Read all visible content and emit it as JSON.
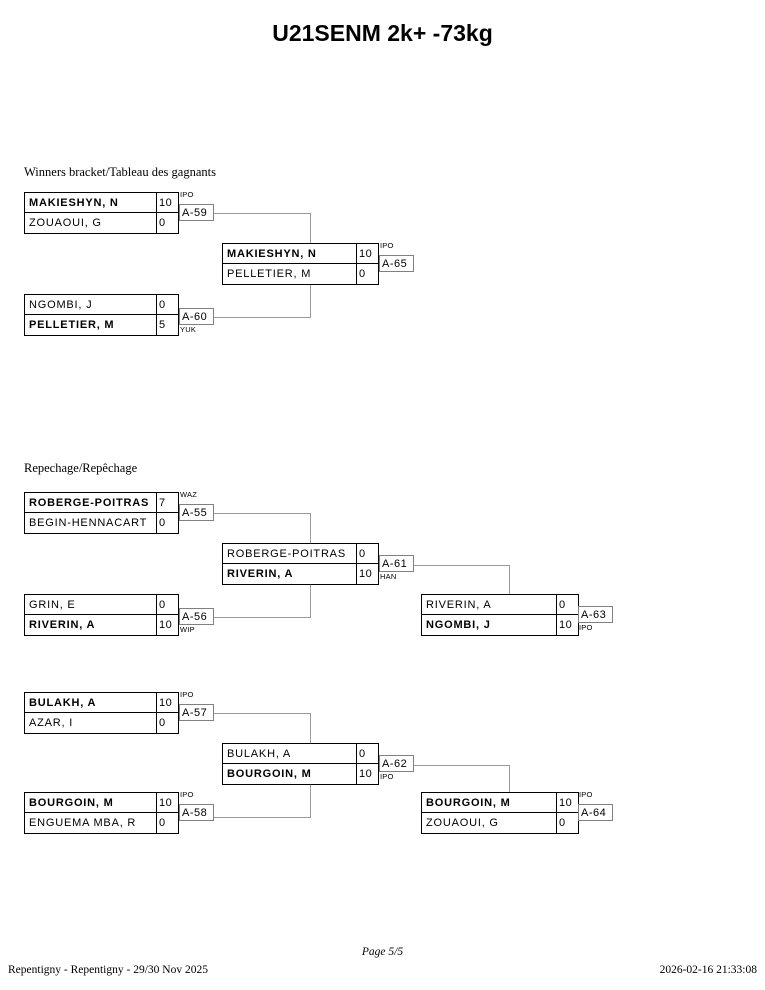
{
  "title": "U21SENM 2k+ -73kg",
  "sections": {
    "winners": "Winners bracket/Tableau des gagnants",
    "repechage": "Repechage/Repêchage"
  },
  "winners_bracket": [
    {
      "id": "A-59",
      "top": {
        "name": "MAKIESHYN, N",
        "score": "10",
        "winner": true
      },
      "bottom": {
        "name": "ZOUAOUI, G",
        "score": "0",
        "winner": false
      },
      "code_above": "IPO",
      "code_below": ""
    },
    {
      "id": "A-60",
      "top": {
        "name": "NGOMBI, J",
        "score": "0",
        "winner": false
      },
      "bottom": {
        "name": "PELLETIER, M",
        "score": "5",
        "winner": true
      },
      "code_above": "",
      "code_below": "YUK"
    },
    {
      "id": "A-65",
      "top": {
        "name": "MAKIESHYN, N",
        "score": "10",
        "winner": true
      },
      "bottom": {
        "name": "PELLETIER, M",
        "score": "0",
        "winner": false
      },
      "code_above": "IPO",
      "code_below": ""
    }
  ],
  "repechage_upper": [
    {
      "id": "A-55",
      "top": {
        "name": "ROBERGE-POITRAS",
        "score": "7",
        "winner": true
      },
      "bottom": {
        "name": "BEGIN-HENNACART",
        "score": "0",
        "winner": false
      },
      "code_above": "WAZ",
      "code_below": ""
    },
    {
      "id": "A-56",
      "top": {
        "name": "GRIN, E",
        "score": "0",
        "winner": false
      },
      "bottom": {
        "name": "RIVERIN, A",
        "score": "10",
        "winner": true
      },
      "code_above": "",
      "code_below": "WIP"
    },
    {
      "id": "A-61",
      "top": {
        "name": "ROBERGE-POITRAS",
        "score": "0",
        "winner": false
      },
      "bottom": {
        "name": "RIVERIN, A",
        "score": "10",
        "winner": true
      },
      "code_above": "",
      "code_below": "HAN"
    },
    {
      "id": "A-63",
      "top": {
        "name": "RIVERIN, A",
        "score": "0",
        "winner": false
      },
      "bottom": {
        "name": "NGOMBI, J",
        "score": "10",
        "winner": true
      },
      "code_above": "",
      "code_below": "IPO"
    }
  ],
  "repechage_lower": [
    {
      "id": "A-57",
      "top": {
        "name": "BULAKH, A",
        "score": "10",
        "winner": true
      },
      "bottom": {
        "name": "AZAR, I",
        "score": "0",
        "winner": false
      },
      "code_above": "IPO",
      "code_below": ""
    },
    {
      "id": "A-58",
      "top": {
        "name": "BOURGOIN, M",
        "score": "10",
        "winner": true
      },
      "bottom": {
        "name": "ENGUEMA MBA, R",
        "score": "0",
        "winner": false
      },
      "code_above": "IPO",
      "code_below": ""
    },
    {
      "id": "A-62",
      "top": {
        "name": "BULAKH, A",
        "score": "0",
        "winner": false
      },
      "bottom": {
        "name": "BOURGOIN, M",
        "score": "10",
        "winner": true
      },
      "code_above": "",
      "code_below": "IPO"
    },
    {
      "id": "A-64",
      "top": {
        "name": "BOURGOIN, M",
        "score": "10",
        "winner": true
      },
      "bottom": {
        "name": "ZOUAOUI, G",
        "score": "0",
        "winner": false
      },
      "code_above": "IPO",
      "code_below": ""
    }
  ],
  "footer": {
    "page": "Page 5/5",
    "event": "Repentigny - Repentigny - 29/30 Nov 2025",
    "timestamp": "2026-02-16 21:33:08"
  }
}
